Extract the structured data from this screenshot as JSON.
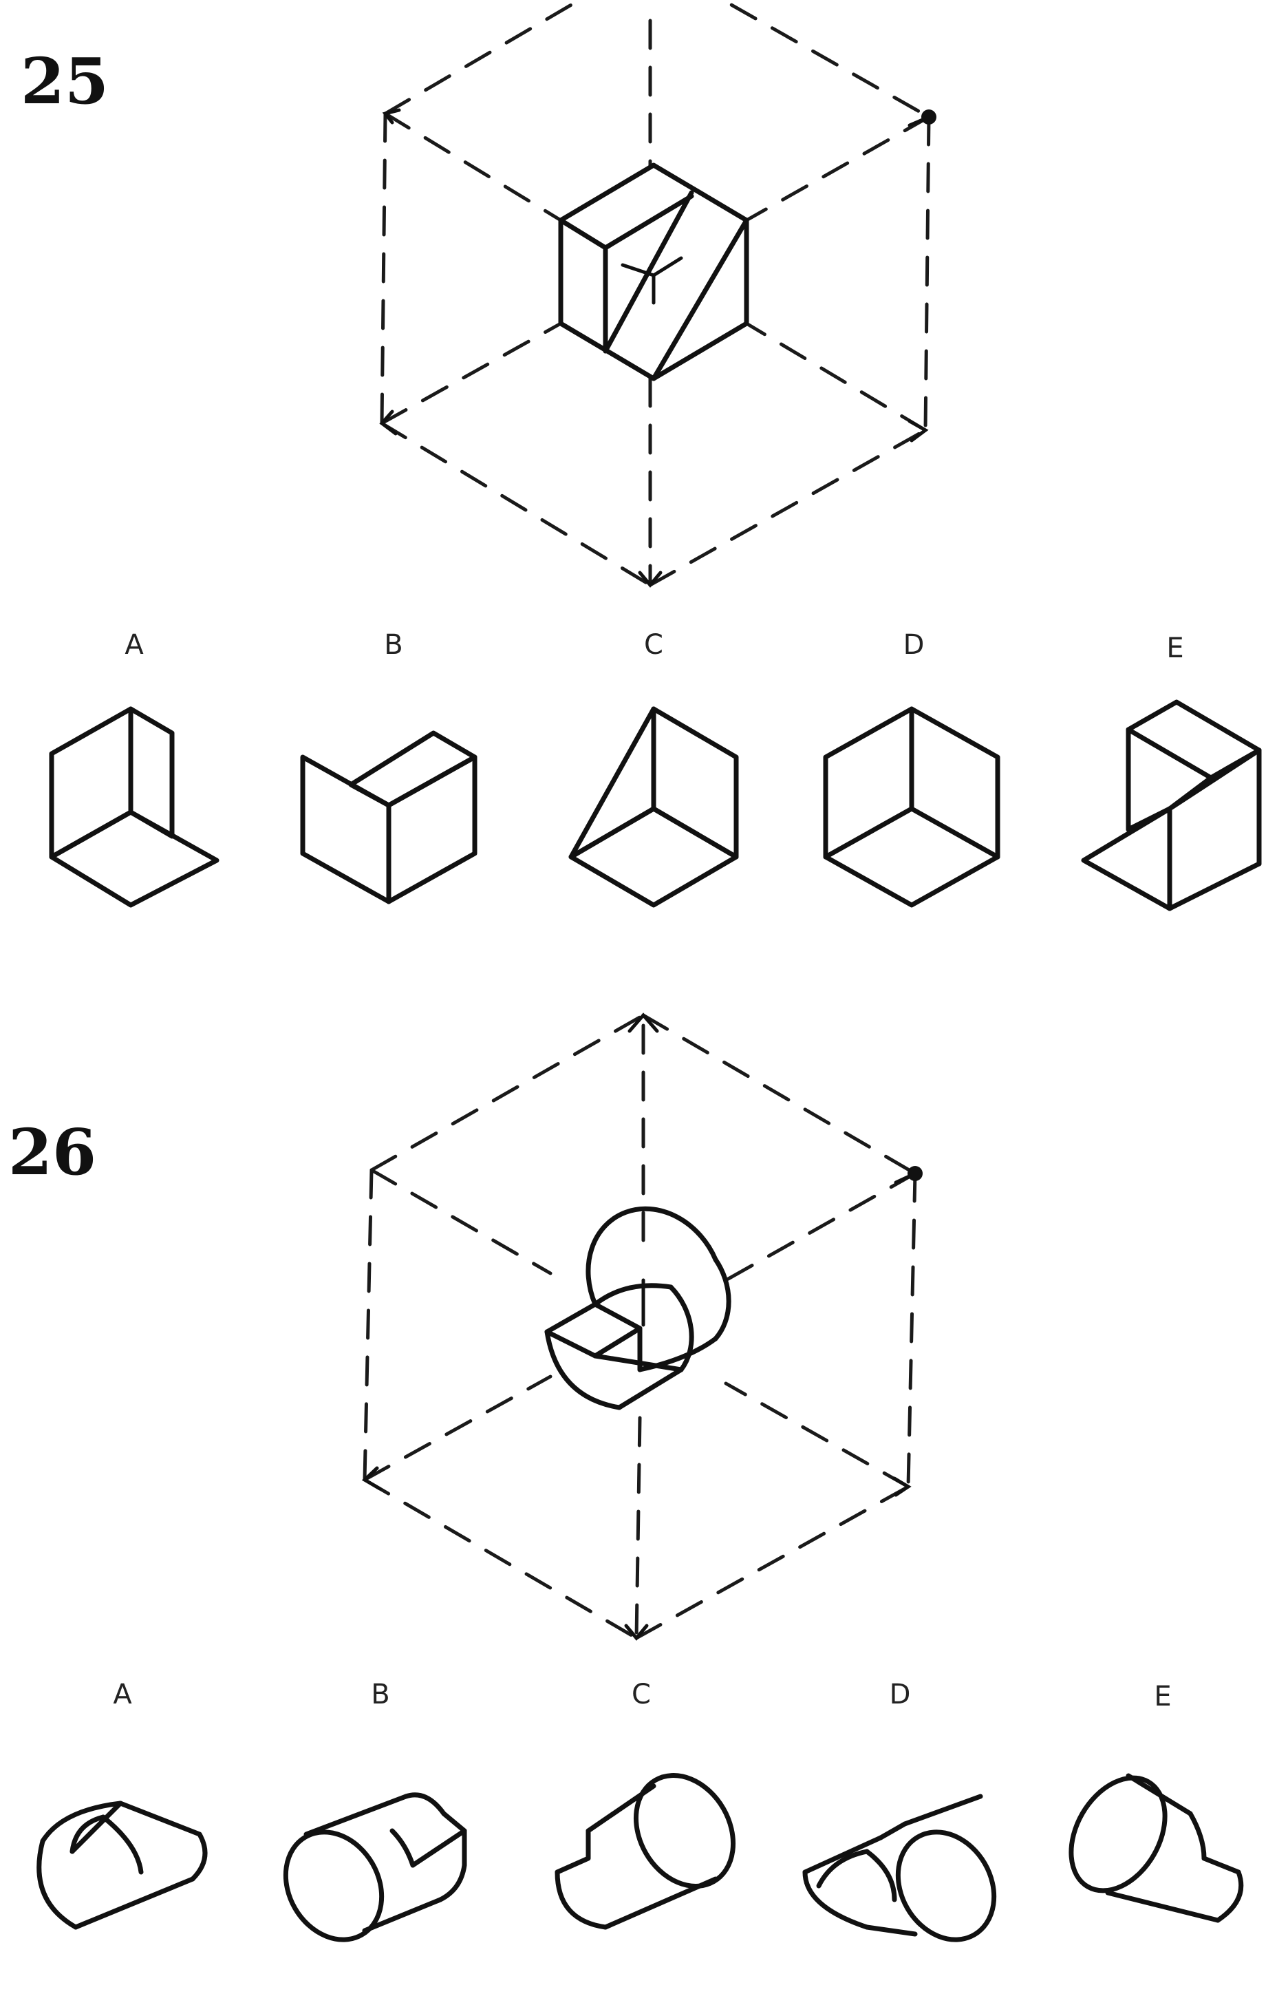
{
  "questions": [
    {
      "number": "25",
      "options": [
        "A",
        "B",
        "C",
        "D",
        "E"
      ]
    },
    {
      "number": "26",
      "options": [
        "A",
        "B",
        "C",
        "D",
        "E"
      ]
    }
  ],
  "colors": {
    "ink": "#111111",
    "background": "#ffffff"
  }
}
